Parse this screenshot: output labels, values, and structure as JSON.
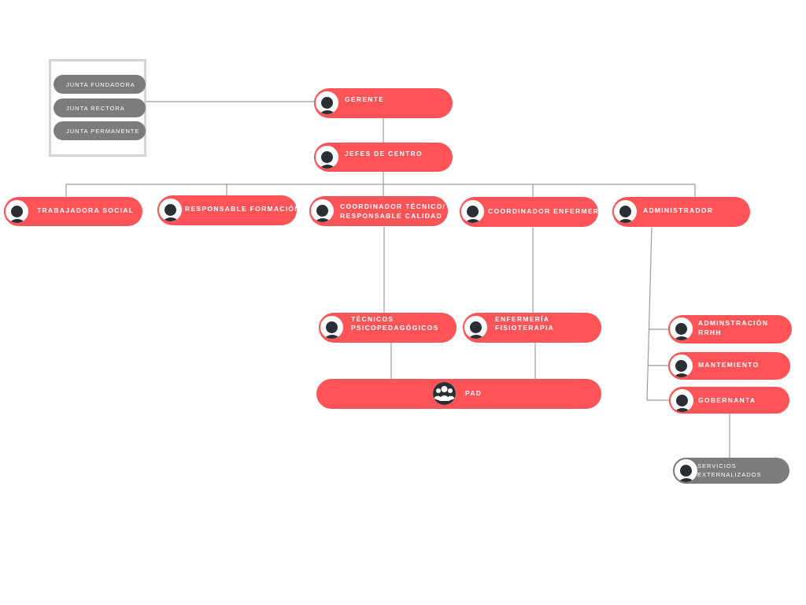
{
  "junta_box": {
    "items": [
      "JUNTA FUNDADORA",
      "JUNTA RECTORA",
      "JUNTA PERMANENTE"
    ]
  },
  "nodes": {
    "gerente": "GERENTE",
    "jefes": "JEFES DE CENTRO",
    "trabajadora": "TRABAJADORA SOCIAL",
    "formacion": "RESPONSABLE FORMACIÓN",
    "coord_tecnico_1": "COORDINADOR TÉCNICO/",
    "coord_tecnico_2": "RESPONSABLE CALIDAD",
    "coord_enf": "COORDINADOR ENFERMERÍA",
    "administrador": "ADMINISTRADOR",
    "tecnicos_1": "TÉCNICOS",
    "tecnicos_2": "PSICOPEDAGÓGICOS",
    "enfermeria_1": "ENFERMERÍA",
    "enfermeria_2": "FISIOTERAPIA",
    "pad": "PAD",
    "rrhh_1": "ADMINSTRACIÒN",
    "rrhh_2": "RRHH",
    "mantenimiento": "MANTEMIENTO",
    "gobernanta": "GOBERNANTA",
    "servicios_1": "SERVICIOS",
    "servicios_2": "EXTERNALIZADOS"
  },
  "colors": {
    "node": "#fe5457",
    "gray_node": "#7c7c7c",
    "connector": "#999999",
    "avatar": "#2a2f36"
  }
}
